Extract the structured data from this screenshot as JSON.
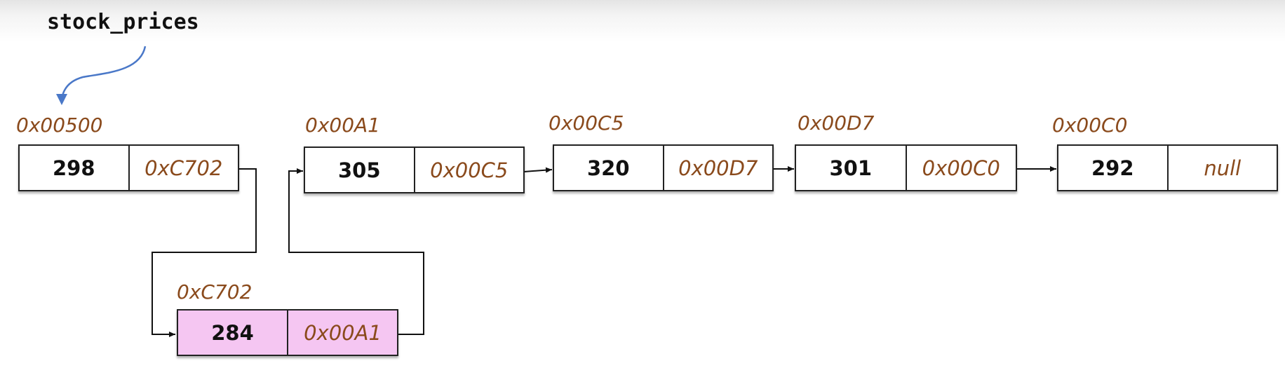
{
  "variable": {
    "name": "stock_prices"
  },
  "nodes": [
    {
      "address": "0x00500",
      "value": "298",
      "next": "0xC702"
    },
    {
      "address": "0x00A1",
      "value": "305",
      "next": "0x00C5"
    },
    {
      "address": "0x00C5",
      "value": "320",
      "next": "0x00D7"
    },
    {
      "address": "0x00D7",
      "value": "301",
      "next": "0x00C0"
    },
    {
      "address": "0x00C0",
      "value": "292",
      "next": "null"
    },
    {
      "address": "0xC702",
      "value": "284",
      "next": "0x00A1",
      "highlighted": true
    }
  ],
  "colors": {
    "address_text": "#8a4a1c",
    "highlight_fill": "#f5c6f2",
    "variable_arrow": "#4a78c8",
    "link_line": "#111111"
  }
}
